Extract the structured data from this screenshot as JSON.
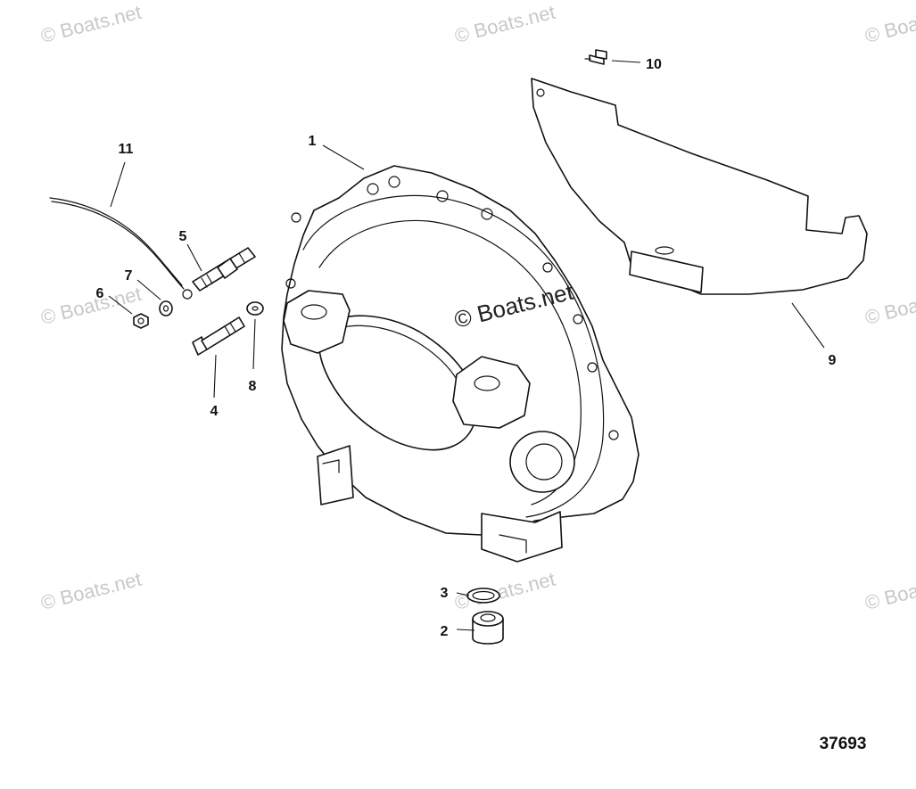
{
  "callouts": {
    "c1": "1",
    "c2": "2",
    "c3": "3",
    "c4": "4",
    "c5": "5",
    "c6": "6",
    "c7": "7",
    "c8": "8",
    "c9": "9",
    "c10": "10",
    "c11": "11"
  },
  "figure_number": "37693",
  "watermark": {
    "text": "© Boats.net",
    "center_text": "© Boats.net"
  },
  "colors": {
    "line": "#111111",
    "watermark": "#c8c8c8",
    "background": "#ffffff"
  }
}
